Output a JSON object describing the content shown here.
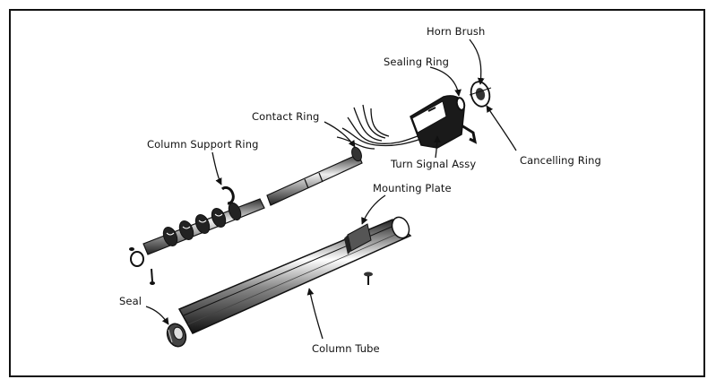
{
  "labels": {
    "horn_brush": "Horn Brush",
    "sealing_ring": "Sealing Ring",
    "contact_ring": "Contact Ring",
    "column_support_ring": "Column Support Ring",
    "turn_signal_assy": "Turn Signal Assy",
    "cancelling_ring": "Cancelling Ring",
    "mounting_plate": "Mounting Plate",
    "seal": "Seal",
    "column_tube": "Column Tube"
  },
  "colors": {
    "ink": "#111111",
    "paper": "#ffffff"
  }
}
